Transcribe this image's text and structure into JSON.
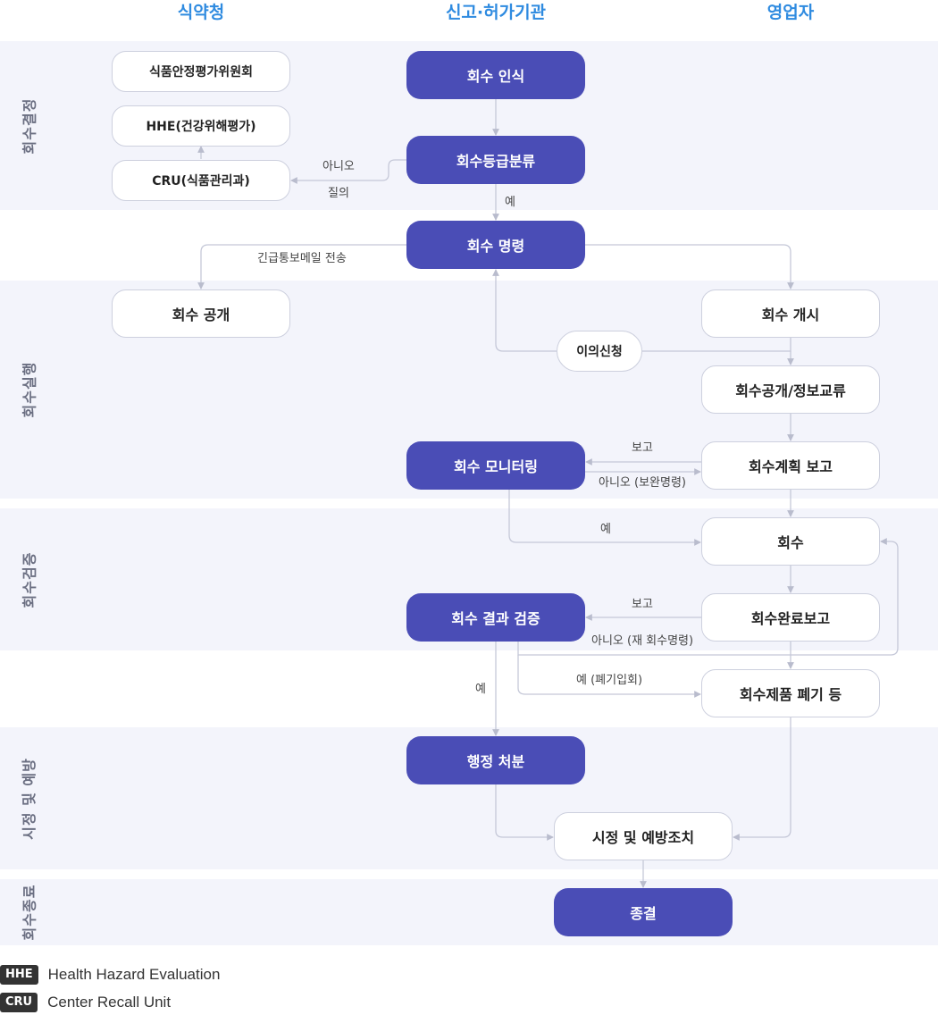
{
  "columns": {
    "mfds": "식약청",
    "agency": "신고·허가기관",
    "operator": "영업자"
  },
  "stages": {
    "decision": "회수결정",
    "execution": "회수실행",
    "verification": "회수검증",
    "prevention": "시정 및 예방",
    "closure": "회수종료"
  },
  "nodes": {
    "food_eval_committee": "식품안정평가위원회",
    "hhe": "HHE(건강위해평가)",
    "cru": "CRU(식품관리과)",
    "recall_recognition": "회수 인식",
    "recall_grading": "회수등급분류",
    "recall_order": "회수 명령",
    "recall_public": "회수 공개",
    "recall_start": "회수 개시",
    "objection": "이의신청",
    "public_info_exchange": "회수공개/정보교류",
    "recall_monitoring": "회수 모니터링",
    "recall_plan_report": "회수계획 보고",
    "recall": "회수",
    "result_verification": "회수 결과 검증",
    "completion_report": "회수완료보고",
    "product_disposal": "회수제품 폐기 등",
    "admin_action": "행정 처분",
    "correction_prevention": "시정 및 예방조치",
    "end": "종결"
  },
  "edge_labels": {
    "no": "아니오",
    "inquiry": "질의",
    "yes_grading": "예",
    "emergency_mail": "긴급통보메일 전송",
    "report_plan": "보고",
    "no_supplement": "아니오 (보완명령)",
    "yes_monitor": "예",
    "report_completion": "보고",
    "no_reorder": "아니오 (재 회수명령)",
    "yes_disposal": "예 (폐기입회)",
    "yes_admin": "예"
  },
  "legend": [
    {
      "abbr": "HHE",
      "text": "Health Hazard Evaluation"
    },
    {
      "abbr": "CRU",
      "text": "Center Recall Unit"
    }
  ],
  "colors": {
    "primary_node": "#4a4db6",
    "column_heading": "#2f8be0",
    "band_background": "#f3f4fb",
    "connector": "#c5c8d8"
  }
}
